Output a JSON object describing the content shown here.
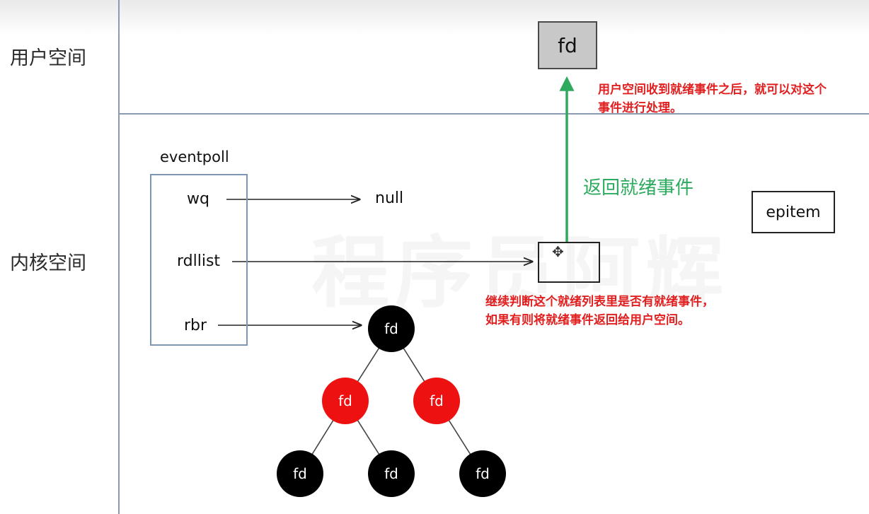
{
  "zones": {
    "user_space": "用户空间",
    "kernel_space": "内核空间"
  },
  "eventpoll": {
    "title": "eventpoll",
    "fields": [
      "wq",
      "rdllist",
      "rbr"
    ]
  },
  "wq_target": "null",
  "user_fd": "fd",
  "epitem": "epitem",
  "notes": {
    "return_ready": "返回就绪事件",
    "user_handle_1": "用户空间收到就绪事件之后，就可以对这个",
    "user_handle_2": "事件进行处理。",
    "check_list_1": "继续判断这个就绪列表里是否有就绪事件，",
    "check_list_2": "如果有则将就绪事件返回给用户空间。"
  },
  "tree": {
    "root": {
      "label": "fd",
      "color": "black"
    },
    "level1": [
      {
        "label": "fd",
        "color": "red"
      },
      {
        "label": "fd",
        "color": "red"
      }
    ],
    "level2": [
      {
        "label": "fd",
        "color": "black"
      },
      {
        "label": "fd",
        "color": "black"
      },
      {
        "label": "fd",
        "color": "black"
      }
    ]
  },
  "watermark": "程序员阿辉",
  "colors": {
    "red_node": "#ee1111",
    "black_node": "#000000",
    "green_arrow": "#2daa5e",
    "note_red": "#e02020",
    "eventpoll_border": "#7d96b3",
    "fd_fill": "#c8c8c8"
  }
}
